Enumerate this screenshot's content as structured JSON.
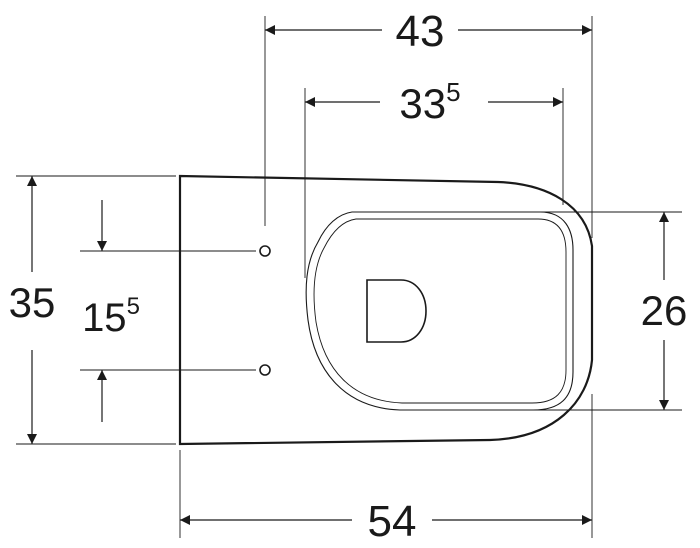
{
  "dimensions": {
    "top_outer": {
      "value": "43"
    },
    "top_inner": {
      "value": "33",
      "sup": "5"
    },
    "left_outer": {
      "value": "35"
    },
    "left_inner": {
      "value": "15",
      "sup": "5"
    },
    "right": {
      "value": "26"
    },
    "bottom": {
      "value": "54"
    }
  },
  "colors": {
    "line": "#1a1a1a",
    "background": "#ffffff"
  }
}
